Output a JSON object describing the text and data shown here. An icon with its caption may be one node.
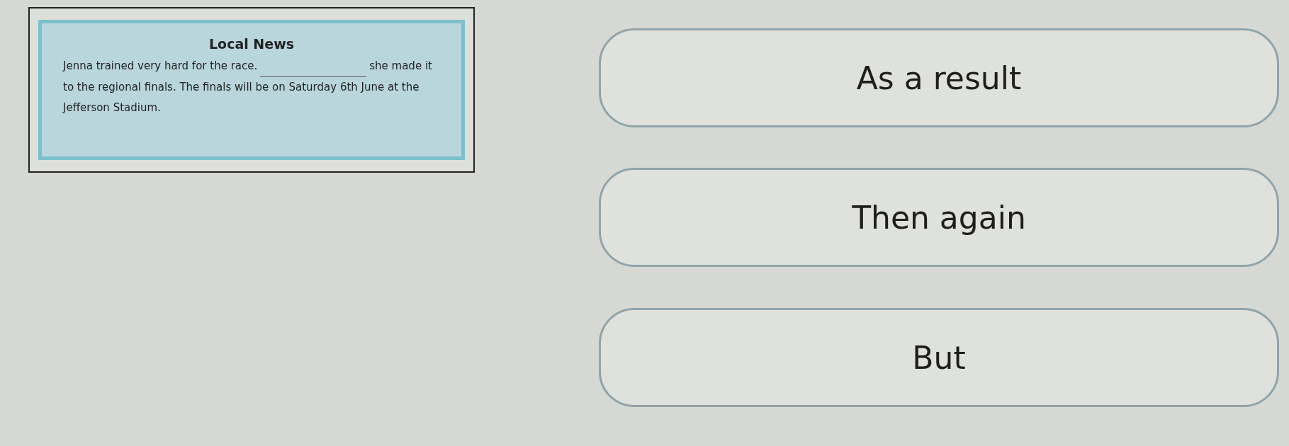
{
  "diagram": {
    "nodes": [
      {
        "text": [
          "Local News",
          "Jenna trained very hard for the race.",
          "she made it to the regional finals. The finals will be on Saturday 6th June at the Jefferson Stadium."
        ]
      },
      {
        "text": [
          "As a result"
        ]
      },
      {
        "text": [
          "Then again"
        ]
      },
      {
        "text": [
          "But"
        ]
      }
    ],
    "edges": []
  }
}
